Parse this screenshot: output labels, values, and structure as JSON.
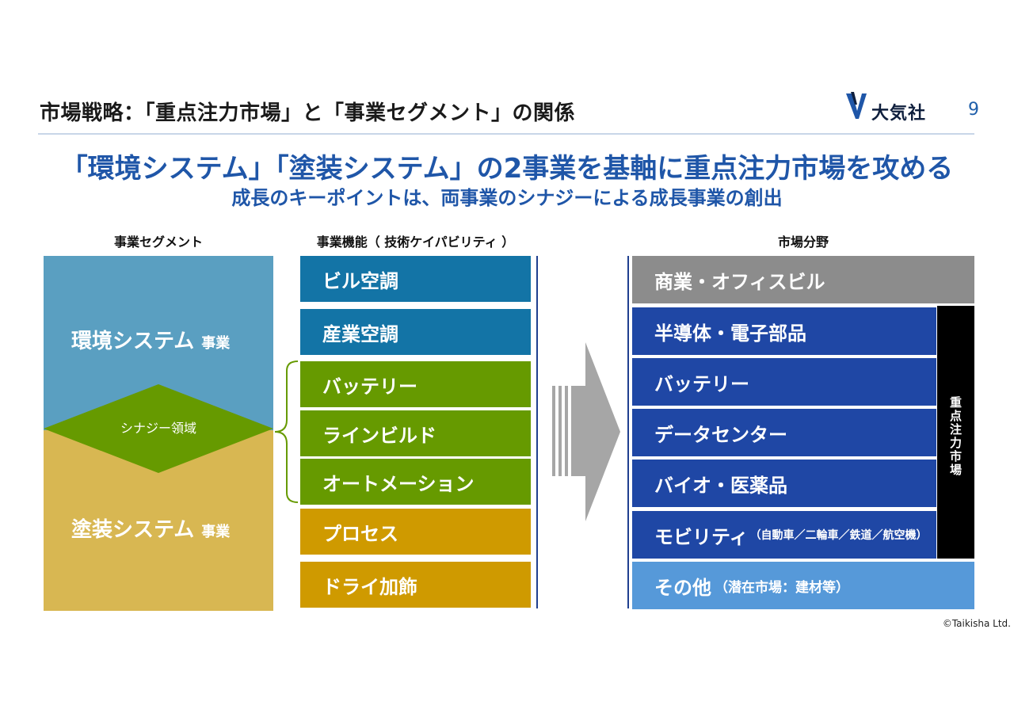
{
  "header": {
    "title": "市場戦略：「重点注力市場」と「事業セグメント」の関係",
    "logo_text": "大気社",
    "page_number": "9"
  },
  "headline": "「環境システム」「塗装システム」の2事業を基軸に重点注力市場を攻める",
  "subheadline": "成長のキーポイントは、両事業のシナジーによる成長事業の創出",
  "columns": {
    "segment": "事業セグメント",
    "function": "事業機能（ 技術ケイパビリティ ）",
    "market": "市場分野"
  },
  "segments": {
    "env_name": "環境システム",
    "paint_name": "塗装システム",
    "suffix": "事業",
    "synergy": "シナジー領域"
  },
  "functions": [
    {
      "label": "ビル空調",
      "color": "#1374a6"
    },
    {
      "label": "産業空調",
      "color": "#1374a6"
    },
    {
      "label": "バッテリー",
      "color": "#669a00"
    },
    {
      "label": "ラインビルド",
      "color": "#669a00"
    },
    {
      "label": "オートメーション",
      "color": "#669a00"
    },
    {
      "label": "プロセス",
      "color": "#cf9a00"
    },
    {
      "label": "ドライ加飾",
      "color": "#cf9a00"
    }
  ],
  "markets": [
    {
      "label": "商業・オフィスビル",
      "note": "",
      "color": "#8c8c8c"
    },
    {
      "label": "半導体・電子部品",
      "note": "",
      "color": "#1f47a5"
    },
    {
      "label": "バッテリー",
      "note": "",
      "color": "#1f47a5"
    },
    {
      "label": "データセンター",
      "note": "",
      "color": "#1f47a5"
    },
    {
      "label": "バイオ・医薬品",
      "note": "",
      "color": "#1f47a5"
    },
    {
      "label": "モビリティ",
      "note": "（自動車／二輪車／鉄道／航空機）",
      "color": "#1f47a5"
    },
    {
      "label": "その他",
      "note": "（潜在市場：建材等）",
      "color": "#5699d9"
    }
  ],
  "focus_label": [
    "重",
    "点",
    "注",
    "力",
    "市",
    "場"
  ],
  "copyright": "©Taikisha Ltd.",
  "colors": {
    "accent_blue": "#1f56a8",
    "env_blue": "#5a9fc1",
    "paint_gold": "#d8b752",
    "synergy_green": "#669a00",
    "arrow_gray": "#a6a6a6"
  }
}
